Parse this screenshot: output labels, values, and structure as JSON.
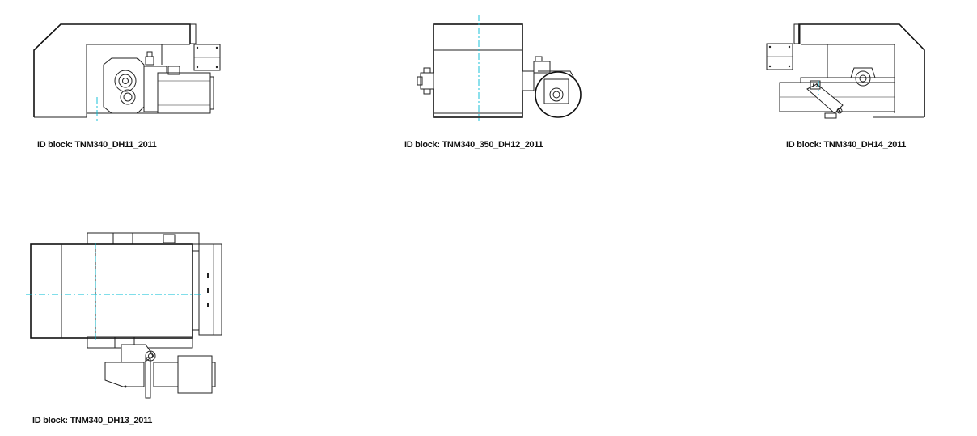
{
  "blocks": [
    {
      "id": "dh11",
      "caption": "ID block: TNM340_DH11_2011"
    },
    {
      "id": "dh12",
      "caption": "ID block: TNM340_350_DH12_2011"
    },
    {
      "id": "dh14",
      "caption": "ID block: TNM340_DH14_2011"
    },
    {
      "id": "dh13",
      "caption": "ID block: TNM340_DH13_2011"
    }
  ],
  "colors": {
    "line": "#222222",
    "centerline": "#00bcd4",
    "background": "#ffffff"
  }
}
